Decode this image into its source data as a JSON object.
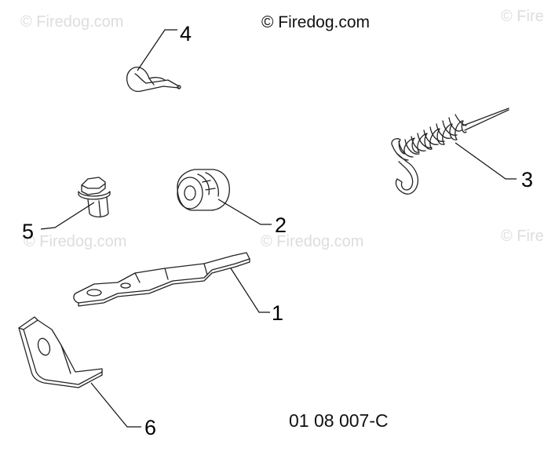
{
  "watermark": {
    "main": "© Firedog.com",
    "faded": "© Firedog.com",
    "faded_partial": "© Fire",
    "color": "#dddddd"
  },
  "drawing_ref": "01 08 007-C",
  "callouts": {
    "c1": "1",
    "c2": "2",
    "c3": "3",
    "c4": "4",
    "c5": "5",
    "c6": "6"
  }
}
